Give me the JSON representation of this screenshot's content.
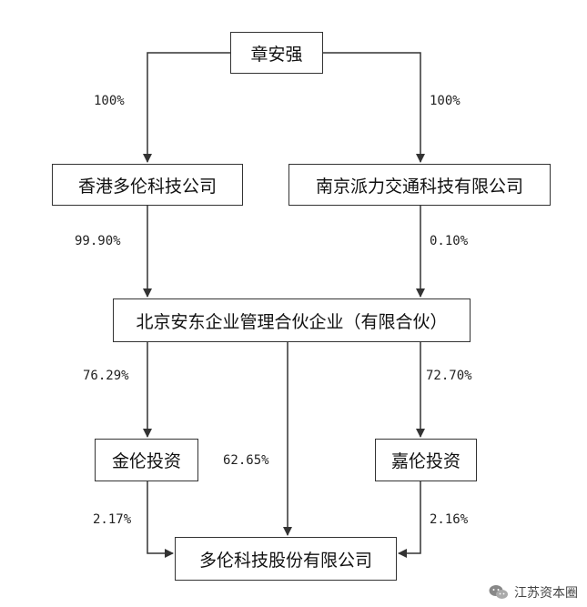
{
  "nodes": {
    "zhang_anqiang": "章安强",
    "hk_duolun": "香港多伦科技公司",
    "nanjing_paili": "南京派力交通科技有限公司",
    "beijing_andong": "北京安东企业管理合伙企业（有限合伙）",
    "jinlun": "金伦投资",
    "jialun": "嘉伦投资",
    "duolun_tech": "多伦科技股份有限公司"
  },
  "edges": {
    "zhang_to_hk": "100%",
    "zhang_to_nanjing": "100%",
    "hk_to_beijing": "99.90%",
    "nanjing_to_beijing": "0.10%",
    "beijing_to_jinlun": "76.29%",
    "beijing_to_jialun": "72.70%",
    "beijing_to_duolun": "62.65%",
    "jinlun_to_duolun": "2.17%",
    "jialun_to_duolun": "2.16%"
  },
  "watermark": "江苏资本圈"
}
